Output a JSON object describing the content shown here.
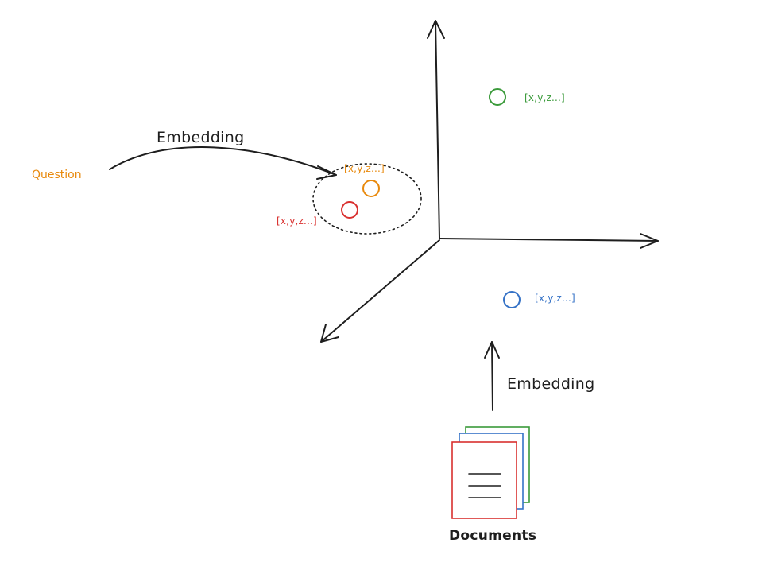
{
  "labels": {
    "question": "Question",
    "embedding_question": "Embedding",
    "embedding_documents": "Embedding",
    "documents": "Documents"
  },
  "vectors": {
    "question_vector": "[x,y,z...]",
    "similar_vector": "[x,y,z...]",
    "green_vector": "[x,y,z...]",
    "blue_vector": "[x,y,z...]"
  },
  "colors": {
    "ink": "#1e1e1e",
    "question": "#e8890c",
    "similar": "#d9302f",
    "green": "#3a9a3a",
    "blue": "#3572c6",
    "doc_red": "#d9302f",
    "doc_blue": "#3572c6",
    "doc_green": "#3a9a3a"
  }
}
